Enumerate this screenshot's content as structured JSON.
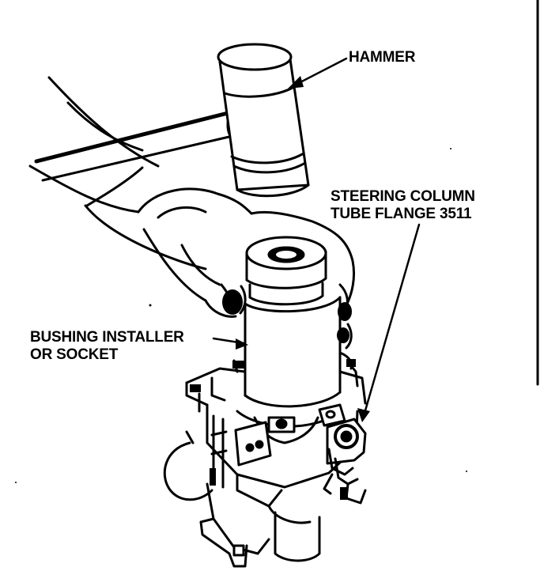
{
  "callouts": {
    "hammer": "HAMMER",
    "steering_line1": "STEERING COLUMN",
    "steering_line2": "TUBE FLANGE 3511",
    "bushing_line1": "BUSHING INSTALLER",
    "bushing_line2": "OR SOCKET"
  },
  "colors": {
    "ink": "#000000",
    "paper": "#ffffff"
  }
}
